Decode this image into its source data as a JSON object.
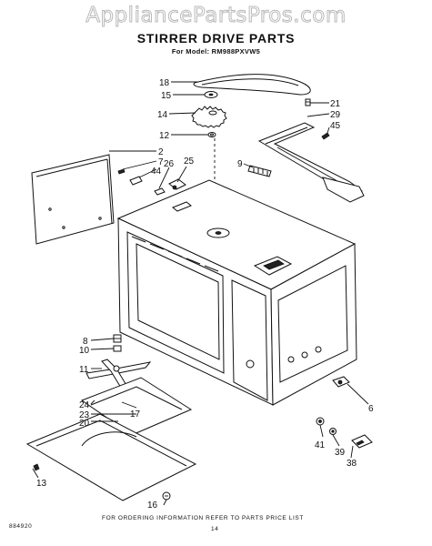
{
  "watermark": "AppliancePartsPros.com",
  "title": "STIRRER DRIVE PARTS",
  "subtitle": "For Model: RM988PXVW5",
  "footer": {
    "left_code": "884920",
    "note": "FOR ORDERING INFORMATION REFER TO PARTS PRICE LIST",
    "page_number": "14"
  },
  "callouts": {
    "c18": "18",
    "c15": "15",
    "c14": "14",
    "c12": "12",
    "c21": "21",
    "c29": "29",
    "c45": "45",
    "c2": "2",
    "c7": "7",
    "c44": "44",
    "c26": "26",
    "c25": "25",
    "c9": "9",
    "c8": "8",
    "c10": "10",
    "c11": "11",
    "c24": "24",
    "c23": "23",
    "c20": "20",
    "c17": "17",
    "c13": "13",
    "c16": "16",
    "c6": "6",
    "c41": "41",
    "c39": "39",
    "c38": "38"
  }
}
